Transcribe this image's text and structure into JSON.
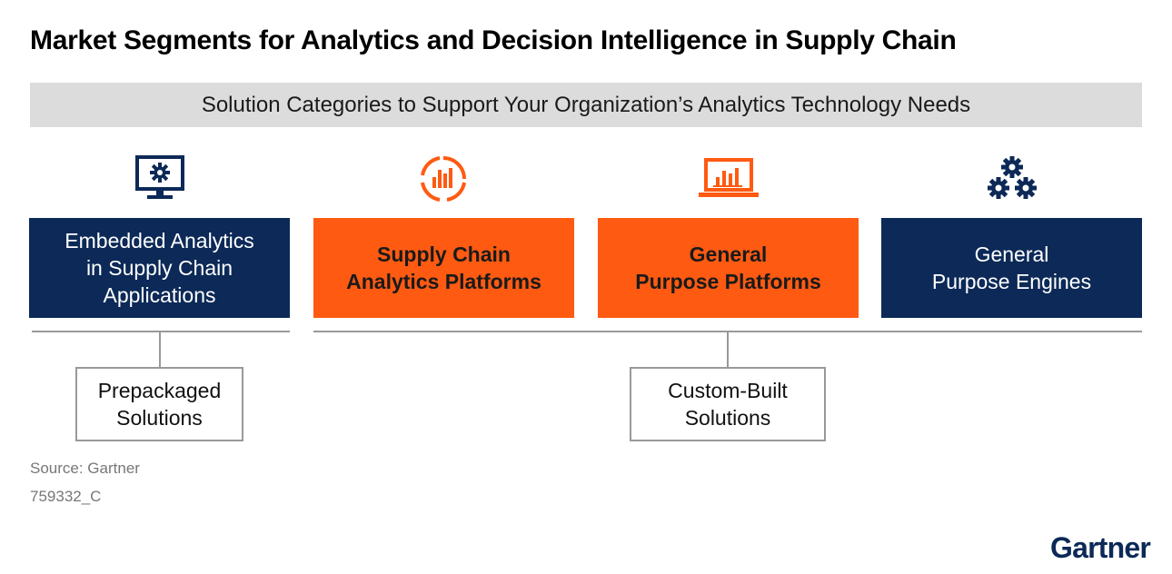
{
  "title": "Market Segments for Analytics and Decision Intelligence in Supply Chain",
  "banner": "Solution Categories to Support Your Organization’s Analytics Technology Needs",
  "segments": [
    {
      "label": "Embedded Analytics\nin Supply Chain\nApplications",
      "icon": "monitor-gear-icon",
      "color": "#0c2957"
    },
    {
      "label": "Supply Chain\nAnalytics Platforms",
      "icon": "circular-bar-chart-icon",
      "color": "#ff5a12"
    },
    {
      "label": "General\nPurpose Platforms",
      "icon": "laptop-bar-chart-icon",
      "color": "#ff5a12"
    },
    {
      "label": "General\nPurpose Engines",
      "icon": "gears-icon",
      "color": "#0c2957"
    }
  ],
  "groups": [
    {
      "label": "Prepackaged\nSolutions"
    },
    {
      "label": "Custom-Built\nSolutions"
    }
  ],
  "source": "Source: Gartner",
  "doc_id": "759332_C",
  "logo": "Gartner",
  "colors": {
    "navy": "#0c2957",
    "orange": "#ff5a12",
    "banner": "#dcdcdc",
    "rule": "#999999"
  }
}
